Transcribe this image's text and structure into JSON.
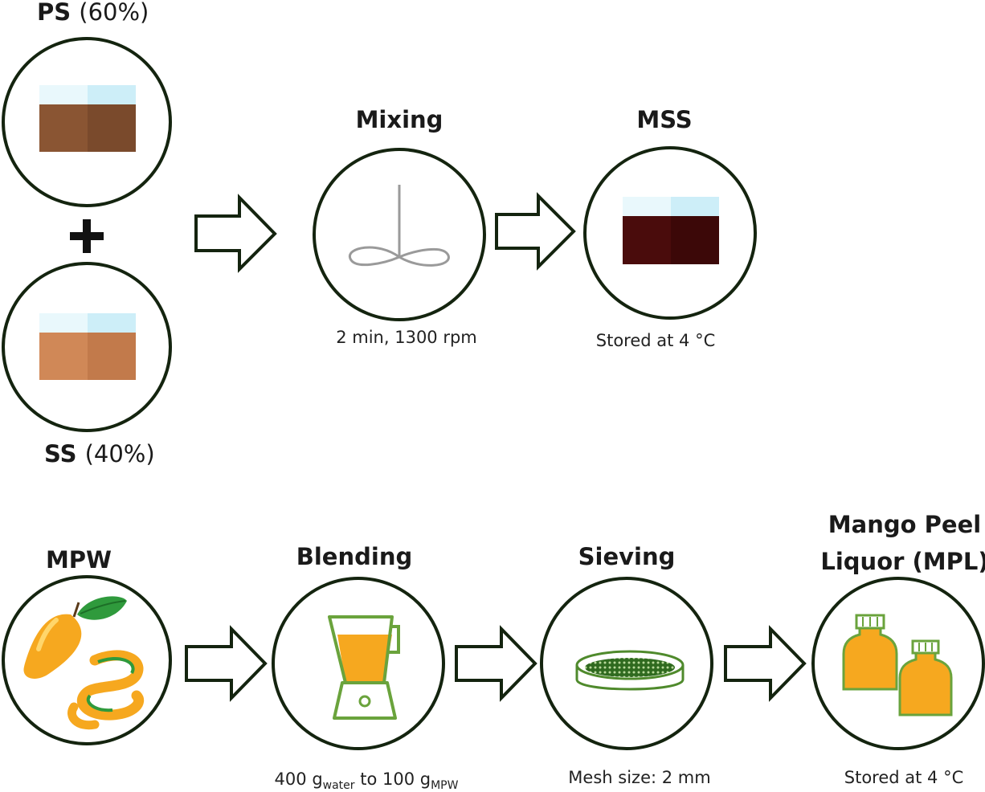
{
  "top": {
    "ps": {
      "name": "PS",
      "pct": "(60%)"
    },
    "ss": {
      "name": "SS",
      "pct": "(40%)"
    },
    "plus": "+",
    "mixing": {
      "title": "Mixing",
      "caption": "2 min, 1300 rpm"
    },
    "mss": {
      "title": "MSS",
      "caption": "Stored  at 4 °C"
    }
  },
  "bottom": {
    "mpw": {
      "title": "MPW"
    },
    "blending": {
      "title": "Blending",
      "cap_a": "400 g",
      "sub_a": "water",
      "cap_b": " to 100 g",
      "sub_b": "MPW"
    },
    "sieving": {
      "title": "Sieving",
      "caption": "Mesh size: 2 mm"
    },
    "mpl": {
      "title_line1": "Mango Peel",
      "title_line2": "Liquor (MPL)",
      "caption": "Stored  at 4 °C"
    }
  },
  "colors": {
    "circle_stroke": "#14240f",
    "arrow_stroke": "#14240f",
    "ps_fill": "#8a5533",
    "ss_fill": "#d08857",
    "mss_fill": "#4a0c0c",
    "water": "#dff4fa",
    "mango": "#f6a81f",
    "leaf": "#2f9a3c",
    "icon_green": "#6aa33c"
  }
}
